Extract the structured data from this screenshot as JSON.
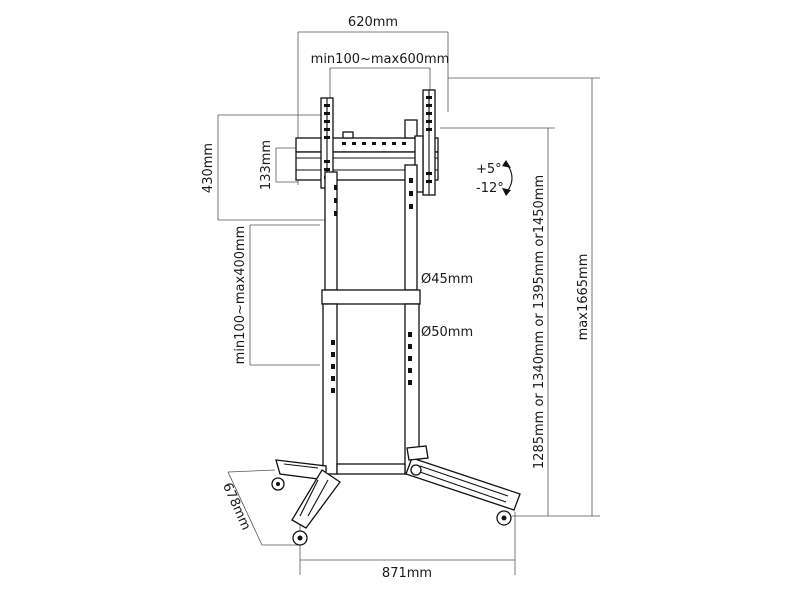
{
  "dimensions": {
    "mount_width": "620mm",
    "vesa_horizontal": "min100~max600mm",
    "mount_height": "430mm",
    "bracket_height": "133mm",
    "vesa_vertical": "min100~max400mm",
    "tilt_up": "+5°",
    "tilt_down": "-12°",
    "upper_tube": "Ø45mm",
    "lower_tube": "Ø50mm",
    "height_options": "1285mm or 1340mm or 1395mm or1450mm",
    "max_height": "max1665mm",
    "base_depth": "678mm",
    "base_width": "871mm"
  }
}
